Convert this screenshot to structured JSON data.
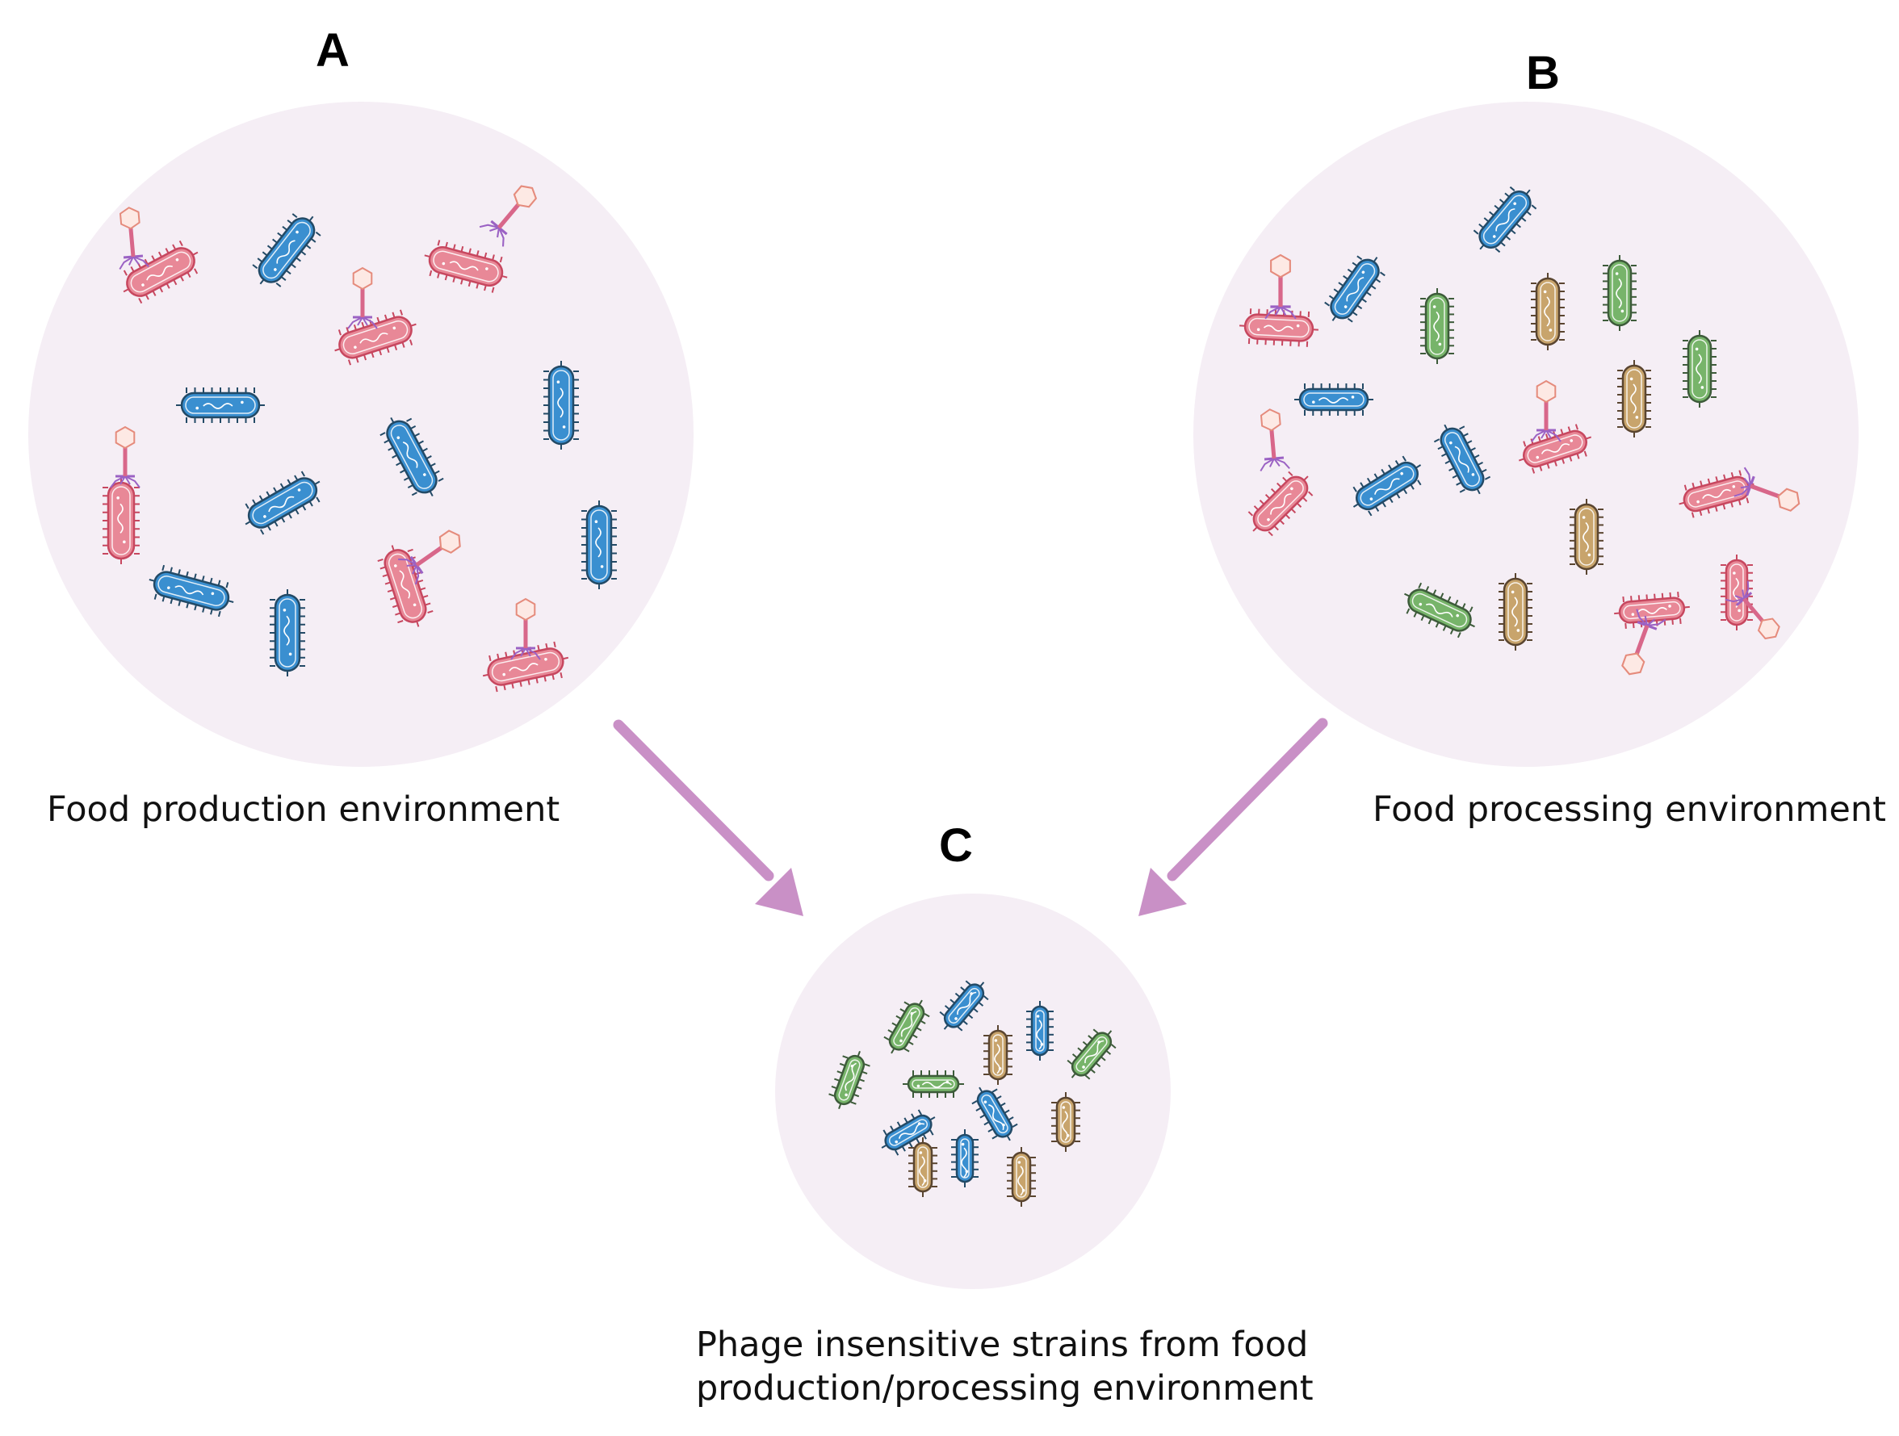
{
  "panels": {
    "a": {
      "letter": "A",
      "caption": "Food production environment"
    },
    "b": {
      "letter": "B",
      "caption": "Food processing environment"
    },
    "c": {
      "letter": "C",
      "caption_line1": "Phage insensitive strains from food",
      "caption_line2": "production/processing environment"
    }
  },
  "colors": {
    "circle_fill": "#f5eef5",
    "arrow": "#c990c6",
    "bacteria": {
      "pink": {
        "fill": "#e88897",
        "stroke": "#c7475f"
      },
      "blue": {
        "fill": "#3a8fd0",
        "stroke": "#234a66"
      },
      "green": {
        "fill": "#77b46a",
        "stroke": "#3d5b3a"
      },
      "tan": {
        "fill": "#c8a46c",
        "stroke": "#5a4530"
      }
    },
    "phage": {
      "head_fill": "#fde9e4",
      "head_stroke": "#e58b7c",
      "tail": "#d8678a",
      "legs": "#9b62c4"
    }
  },
  "icons": {
    "bacterium": "rod-bacterium-icon",
    "phage": "bacteriophage-icon",
    "arrow": "diagonal-arrow-icon"
  }
}
